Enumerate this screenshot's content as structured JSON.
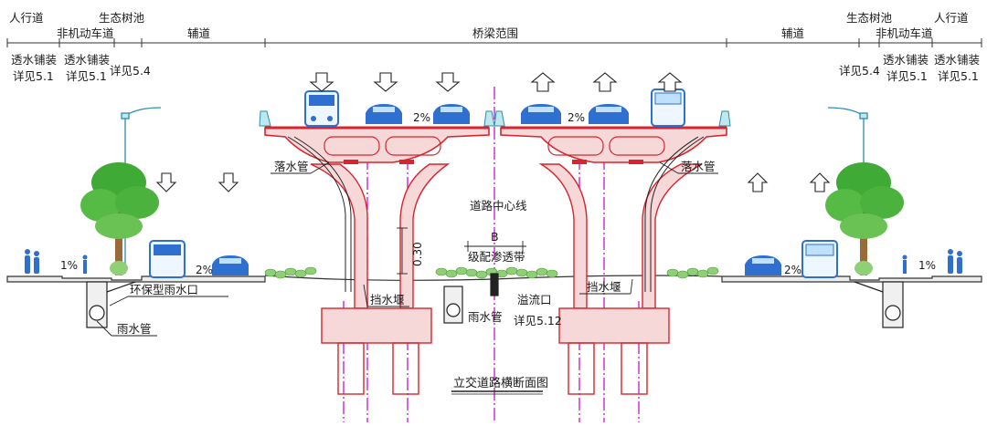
{
  "top": {
    "left": {
      "sidewalk": "人行道",
      "nonmotor": "非机动车道",
      "tree_pit": "生态树池",
      "aux_road": "辅道"
    },
    "center": "桥梁范围",
    "right": {
      "aux_road": "辅道",
      "tree_pit": "生态树池",
      "nonmotor": "非机动车道",
      "sidewalk": "人行道"
    }
  },
  "notes": {
    "permeable": "透水铺装",
    "ref_51": "详见5.1",
    "ref_54": "详见5.4"
  },
  "slopes": {
    "deck_left": "2%",
    "deck_right": "2%",
    "side_left": "1%",
    "aux_left": "2%",
    "aux_right": "2%",
    "side_right": "1%"
  },
  "labels": {
    "downpipe_left": "落水管",
    "downpipe_right": "落水管",
    "centerline": "道路中心线",
    "section_b": "B",
    "dim_030": "0.30",
    "graded_swale": "级配渗透带",
    "weir_left": "挡水堰",
    "weir_right": "挡水堰",
    "overflow": "溢流口",
    "ref_512": "详见5.12",
    "rain_pipe_center": "雨水管",
    "eco_inlet": "环保型雨水口",
    "rain_pipe_left": "雨水管"
  },
  "title": "立交道路横断面图",
  "colors": {
    "structure": "#d8242c",
    "pink_fill": "#f6d8d8",
    "vehicle": "#2f6fd0",
    "tree": "#3faa35",
    "centerline": "#c400c4"
  }
}
